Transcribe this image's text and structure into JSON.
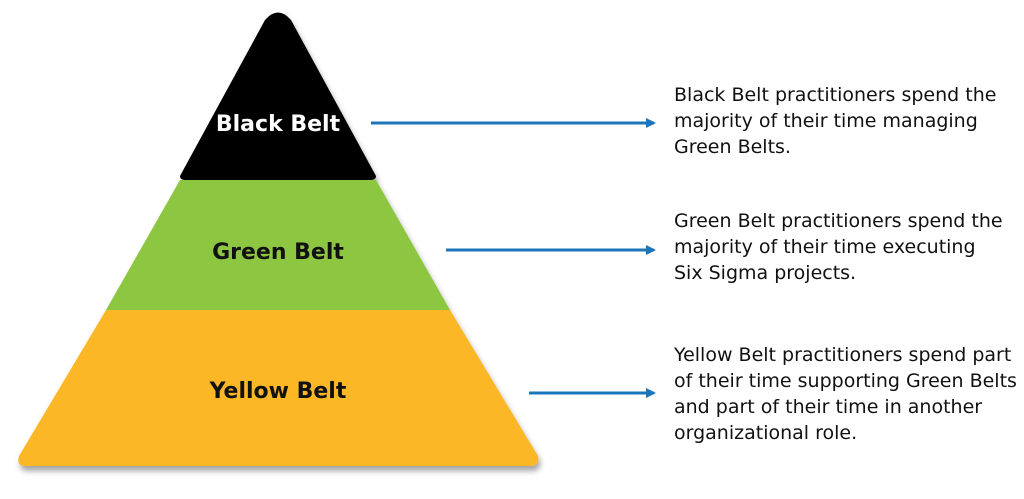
{
  "colors": {
    "black_belt": "#000000",
    "green_belt": "#8dc63f",
    "yellow_belt": "#fbb726",
    "arrow": "#1b75bb",
    "label_on_dark": "#ffffff",
    "label_on_light": "#111111"
  },
  "tiers": [
    {
      "label": "Black Belt",
      "description": [
        "Black Belt practitioners spend the",
        "majority of their time managing",
        "Green Belts."
      ]
    },
    {
      "label": "Green Belt",
      "description": [
        "Green Belt practitioners spend the",
        "majority of their time executing",
        "Six Sigma projects."
      ]
    },
    {
      "label": "Yellow Belt",
      "description": [
        "Yellow Belt practitioners spend part",
        "of their time supporting Green Belts",
        "and part of their time in another",
        "organizational role."
      ]
    }
  ]
}
